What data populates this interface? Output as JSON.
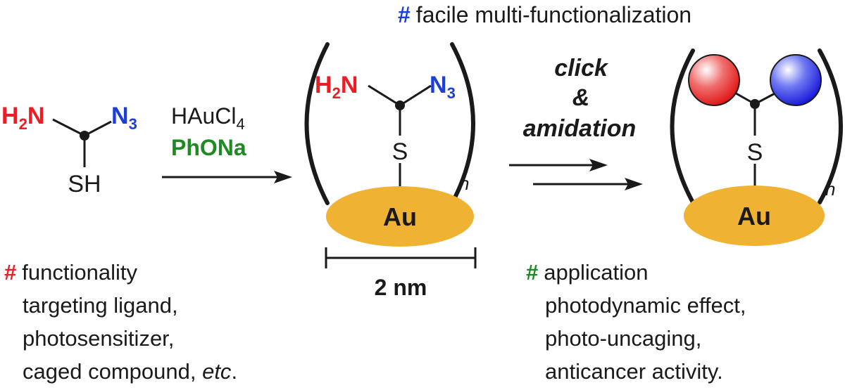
{
  "colors": {
    "red": "#ee1c24",
    "blue": "#1c3fd6",
    "green": "#1e8a22",
    "gold": "#efb232",
    "ink": "#1a1a1a"
  },
  "header": {
    "hash": "#",
    "text": "facile multi-functionalization"
  },
  "ligand": {
    "h2n_main": "H",
    "h2n_sub": "2",
    "h2n_tail": "N",
    "n3_main": "N",
    "n3_sub": "3",
    "sh": "SH"
  },
  "reagents": {
    "haucl_main": "HAuCl",
    "haucl_sub": "4",
    "phona": "PhONa"
  },
  "nanocluster": {
    "s_label": "S",
    "au_label": "Au",
    "n_sub": "n",
    "size_label": "2 nm"
  },
  "step2": {
    "line1": "click",
    "line2": "&",
    "line3": "amidation"
  },
  "product": {
    "s_label": "S",
    "au_label": "Au",
    "n_sub": "n"
  },
  "functionality": {
    "hash": "#",
    "title": "functionality",
    "line1": "targeting ligand,",
    "line2": "photosensitizer,",
    "line3_plain": "caged compound, ",
    "line3_italic": "etc",
    "line3_end": "."
  },
  "application": {
    "hash": "#",
    "title": "application",
    "line1": "photodynamic effect,",
    "line2": "photo-uncaging,",
    "line3": "anticancer activity."
  }
}
